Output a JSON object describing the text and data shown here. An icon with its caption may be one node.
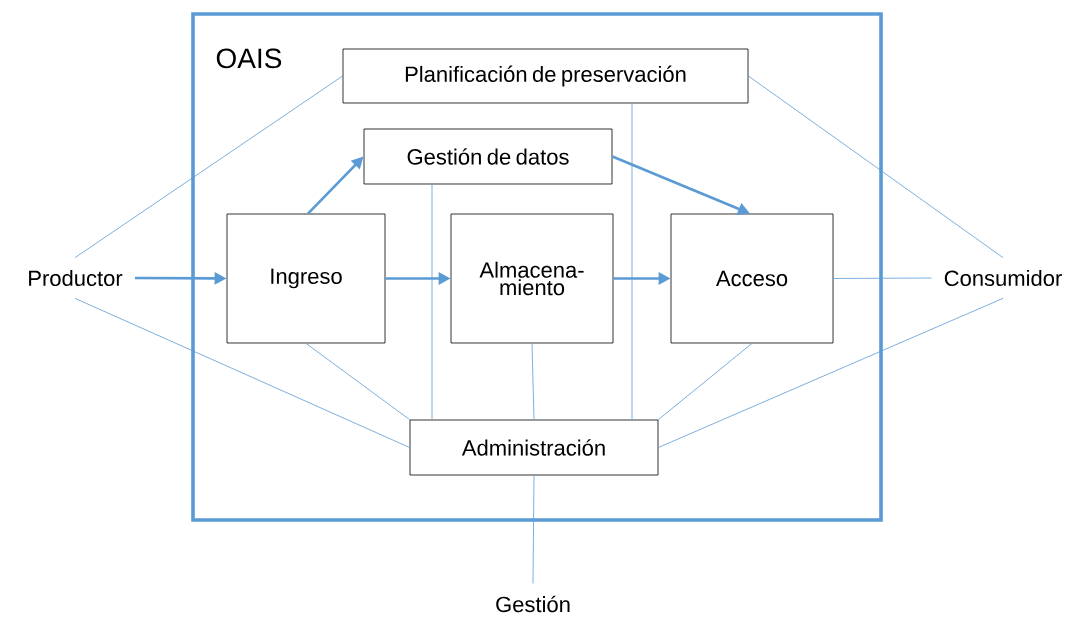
{
  "diagram": {
    "nodes": [
      {
        "text": [
          "OAIS"
        ]
      },
      {
        "text": [
          "Productor"
        ]
      },
      {
        "text": [
          "Planificación de preservación"
        ],
        "in": 0
      },
      {
        "text": [
          "Gestión de datos"
        ],
        "in": 0
      },
      {
        "text": [
          "Ingreso"
        ],
        "in": 0
      },
      {
        "text": [
          "Almacena- miento"
        ],
        "in": 0
      },
      {
        "text": [
          "Acceso"
        ],
        "in": 0
      },
      {
        "text": [
          "Administración"
        ],
        "in": 0
      },
      {
        "text": [
          "Consumidor"
        ]
      },
      {
        "text": [
          "Gestión"
        ]
      }
    ],
    "edges": [
      {
        "from": 1,
        "to": 4,
        "arrow": "to",
        "style": "thick"
      },
      {
        "from": 4,
        "to": 3,
        "arrow": "to",
        "style": "thick"
      },
      {
        "from": 4,
        "to": 5,
        "arrow": "to",
        "style": "thick"
      },
      {
        "from": 3,
        "to": 6,
        "arrow": "to",
        "style": "thick"
      },
      {
        "from": 5,
        "to": 6,
        "arrow": "to",
        "style": "thick"
      },
      {
        "from": 1,
        "to": 2,
        "arrow": "none"
      },
      {
        "from": 1,
        "to": 7,
        "arrow": "none"
      },
      {
        "from": 2,
        "to": 8,
        "arrow": "none"
      },
      {
        "from": 6,
        "to": 8,
        "arrow": "none"
      },
      {
        "from": 8,
        "to": 7,
        "arrow": "none"
      },
      {
        "from": 4,
        "to": 7,
        "arrow": "none"
      },
      {
        "from": 3,
        "to": 7,
        "arrow": "none"
      },
      {
        "from": 5,
        "to": 7,
        "arrow": "none"
      },
      {
        "from": 2,
        "to": 7,
        "arrow": "none"
      },
      {
        "from": 6,
        "to": 7,
        "arrow": "none"
      },
      {
        "from": 7,
        "to": 9,
        "arrow": "none"
      }
    ]
  }
}
